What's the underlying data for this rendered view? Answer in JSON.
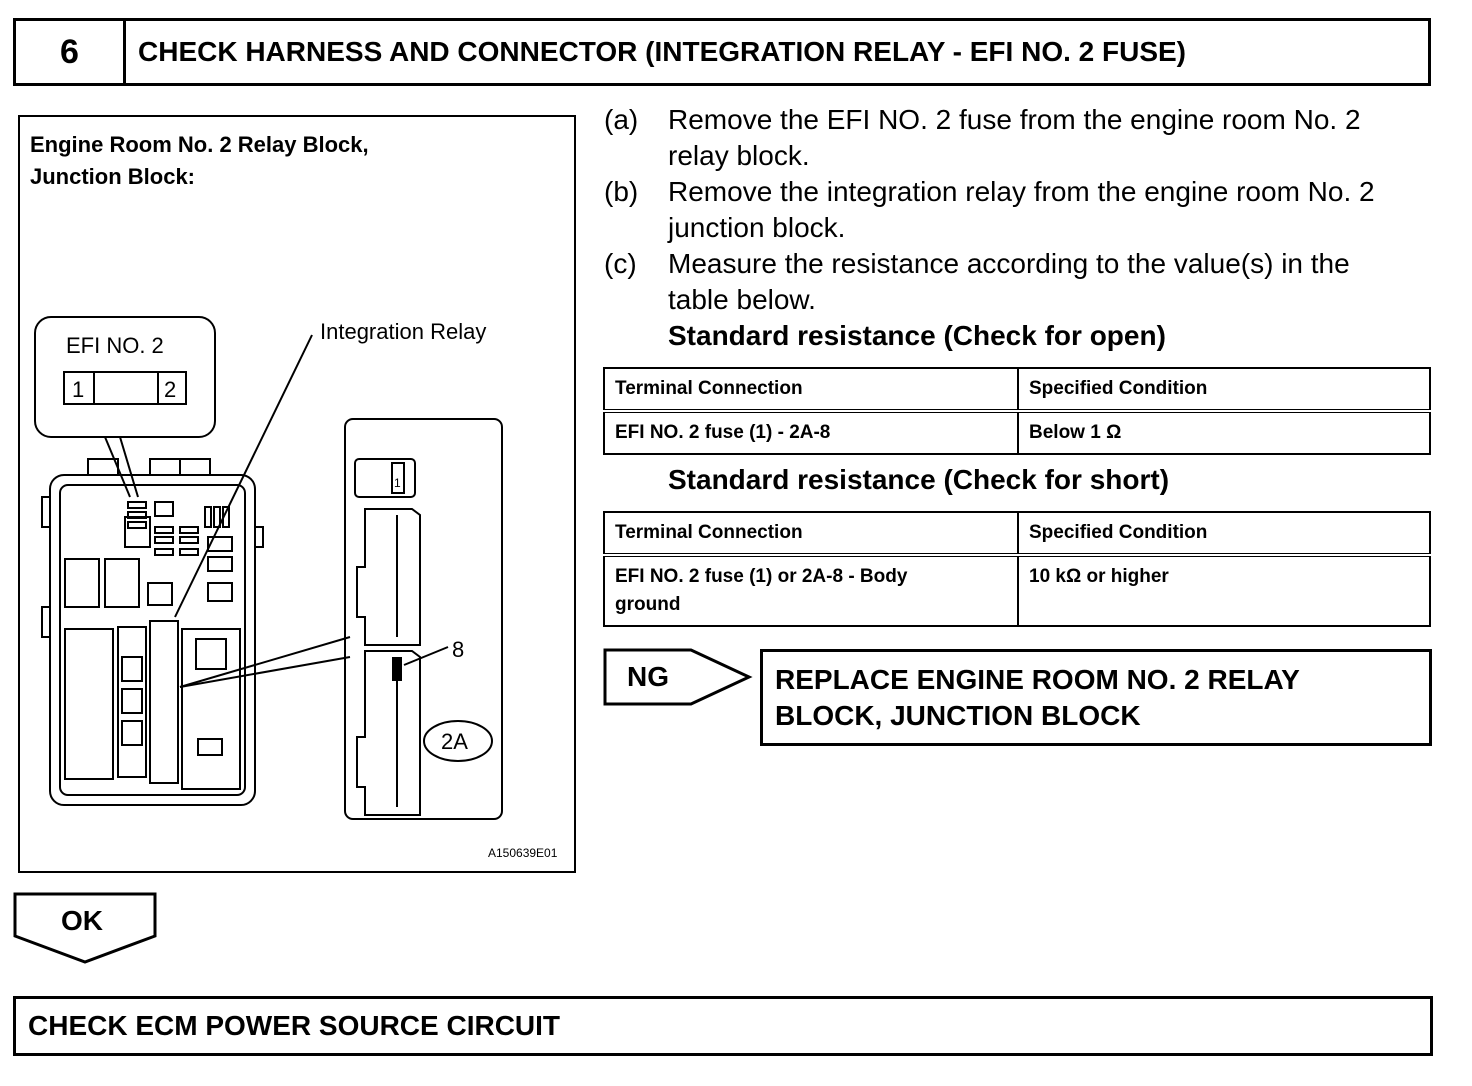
{
  "step": {
    "number": "6",
    "title": "CHECK HARNESS AND CONNECTOR (INTEGRATION RELAY - EFI NO. 2 FUSE)"
  },
  "figure": {
    "caption_line1": "Engine Room No. 2 Relay Block,",
    "caption_line2": "Junction Block:",
    "fuse_label": "EFI NO. 2",
    "fuse_pin1": "1",
    "fuse_pin2": "2",
    "relay_label": "Integration Relay",
    "connector_pin_top": "1",
    "terminal_label": "8",
    "connector_label": "2A",
    "figure_id": "A150639E01"
  },
  "instructions": [
    {
      "letter": "(a)",
      "line1": "Remove the EFI NO. 2 fuse from the engine room No. 2",
      "line2": "relay block."
    },
    {
      "letter": "(b)",
      "line1": "Remove the integration relay from the engine room No. 2",
      "line2": "junction block."
    },
    {
      "letter": "(c)",
      "line1": "Measure the resistance according to the value(s) in the",
      "line2": "table below."
    }
  ],
  "open_check": {
    "heading": "Standard resistance (Check for open)",
    "col1": "Terminal Connection",
    "col2": "Specified Condition",
    "row_connection": "EFI NO. 2 fuse (1) - 2A-8",
    "row_condition": "Below 1 Ω"
  },
  "short_check": {
    "heading": "Standard resistance (Check for short)",
    "col1": "Terminal Connection",
    "col2": "Specified Condition",
    "row_connection": "EFI NO. 2 fuse (1) or 2A-8 - Body ground",
    "row_condition": "10 kΩ or higher"
  },
  "ng": {
    "label": "NG",
    "result_line1": "REPLACE ENGINE ROOM NO. 2 RELAY",
    "result_line2": "BLOCK, JUNCTION BLOCK"
  },
  "ok": {
    "label": "OK",
    "next_step": "CHECK ECM POWER SOURCE CIRCUIT"
  }
}
